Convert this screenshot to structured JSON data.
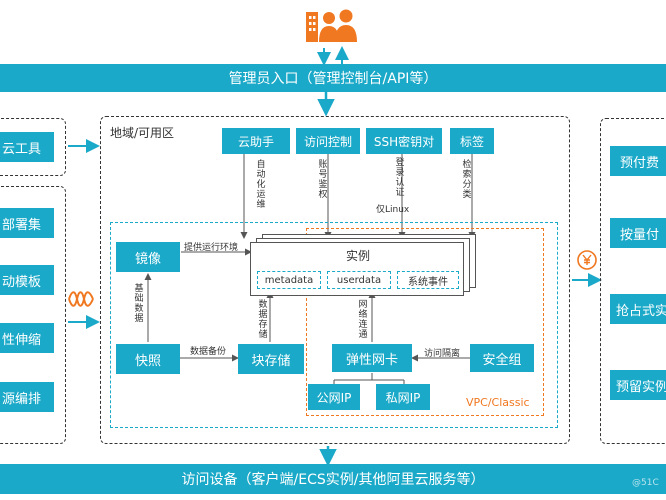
{
  "top_bar": "管理员入口（管理控制台/API等）",
  "bottom_bar": "访问设备（客户端/ECS实例/其他阿里云服务等）",
  "region_label": "地域/可用区",
  "vpc_label": "VPC/Classic",
  "left_items": [
    "云工具",
    "部署集",
    "动模板",
    "性伸缩",
    "源编排"
  ],
  "right_items": [
    "预付费",
    "按量付",
    "抢占式实",
    "预留实例"
  ],
  "top_services": [
    "云助手",
    "访问控制",
    "SSH密钥对",
    "标签"
  ],
  "service_edges": [
    "自动化运维",
    "账号鉴权",
    "登录认证",
    "检索分类"
  ],
  "linux_only": "仅Linux",
  "instance": {
    "title": "实例",
    "parts": [
      "metadata",
      "userdata",
      "系统事件"
    ]
  },
  "image_box": "镜像",
  "snapshot_box": "快照",
  "block_storage_box": "块存储",
  "eni_box": "弹性网卡",
  "security_group_box": "安全组",
  "public_ip_box": "公网IP",
  "private_ip_box": "私网IP",
  "edge_labels": {
    "runtime_env": "提供运行环境",
    "base_data": "基础数据",
    "data_backup": "数据备份",
    "data_storage": "数据存储",
    "network_connect": "网络连通",
    "access_isolation": "访问隔离"
  },
  "watermark": "@51C",
  "colors": {
    "primary": "#1aa9c8",
    "accent": "#f07820"
  },
  "icons": {
    "admin": "users-building-icon",
    "left_link": "wave-icon",
    "right_link": "yen-icon"
  }
}
